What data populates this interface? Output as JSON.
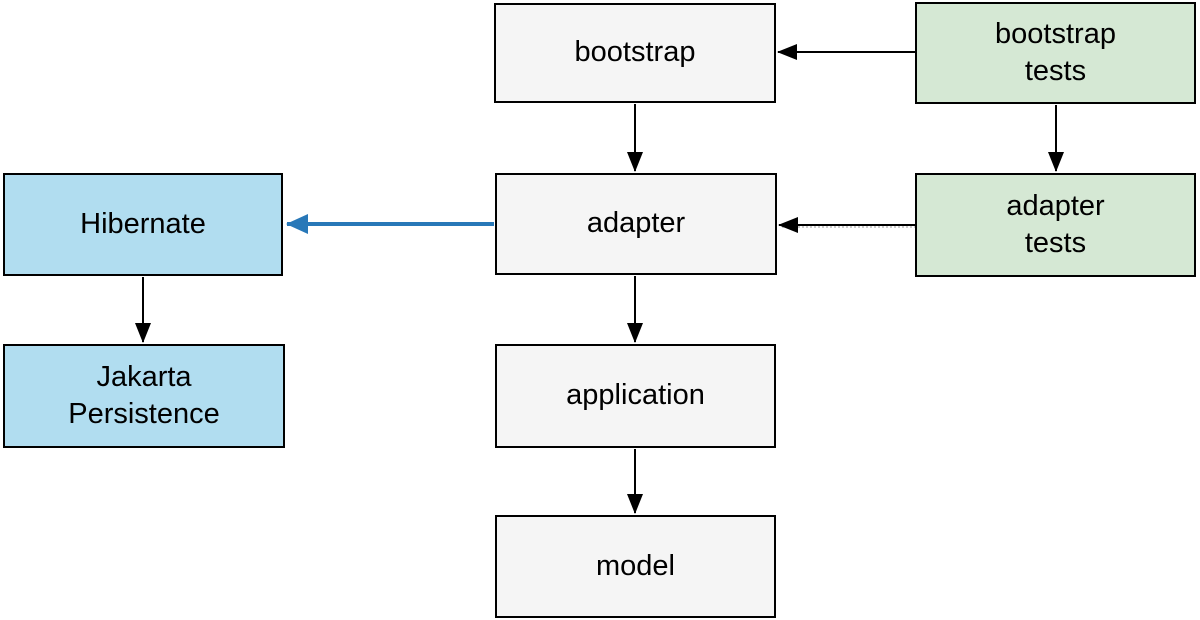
{
  "diagram": {
    "type": "architecture-dependency-diagram",
    "colors": {
      "background": "#ffffff",
      "component_fill": "#f5f5f5",
      "test_fill": "#d5e8d4",
      "external_fill": "#b1ddf0",
      "border": "#000000",
      "edge": "#000000",
      "highlight_edge": "#2878b8",
      "text": "#000000"
    },
    "nodes": [
      {
        "id": "bootstrap",
        "kind": "component",
        "lines": [
          "bootstrap"
        ]
      },
      {
        "id": "bootstrap-tests",
        "kind": "test",
        "lines": [
          "bootstrap",
          "tests"
        ]
      },
      {
        "id": "hibernate",
        "kind": "external",
        "lines": [
          "Hibernate"
        ]
      },
      {
        "id": "adapter",
        "kind": "component",
        "lines": [
          "adapter"
        ]
      },
      {
        "id": "adapter-tests",
        "kind": "test",
        "lines": [
          "adapter",
          "tests"
        ]
      },
      {
        "id": "jakarta-persistence",
        "kind": "external",
        "lines": [
          "Jakarta",
          "Persistence"
        ]
      },
      {
        "id": "application",
        "kind": "component",
        "lines": [
          "application"
        ]
      },
      {
        "id": "model",
        "kind": "component",
        "lines": [
          "model"
        ]
      }
    ],
    "edges": [
      {
        "from": "bootstrap tests",
        "to": "bootstrap",
        "style": "solid-black-arrow"
      },
      {
        "from": "bootstrap",
        "to": "adapter",
        "style": "solid-black-arrow"
      },
      {
        "from": "bootstrap tests",
        "to": "adapter tests",
        "style": "solid-black-arrow"
      },
      {
        "from": "adapter tests",
        "to": "adapter",
        "style": "solid-black-arrow-with-dashed-overlay"
      },
      {
        "from": "adapter",
        "to": "Hibernate",
        "style": "thick-blue-arrow"
      },
      {
        "from": "adapter",
        "to": "application",
        "style": "solid-black-arrow"
      },
      {
        "from": "Hibernate",
        "to": "Jakarta Persistence",
        "style": "solid-black-arrow"
      },
      {
        "from": "application",
        "to": "model",
        "style": "solid-black-arrow"
      }
    ]
  }
}
